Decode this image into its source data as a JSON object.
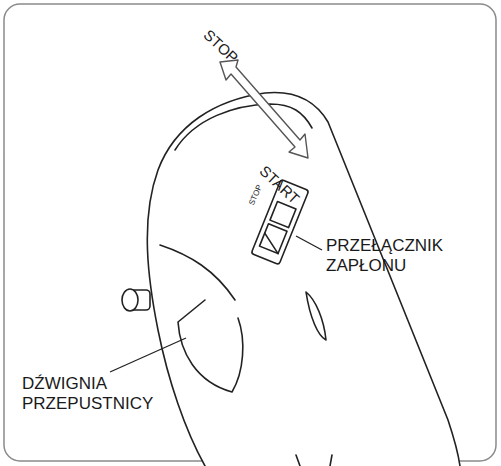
{
  "diagram": {
    "labels": [
      "STOP",
      "START",
      "STOP",
      "PRZEŁĄCZNIK ZAPŁONU",
      "DŹWIGNIA PRZEPUSTNICY"
    ]
  }
}
